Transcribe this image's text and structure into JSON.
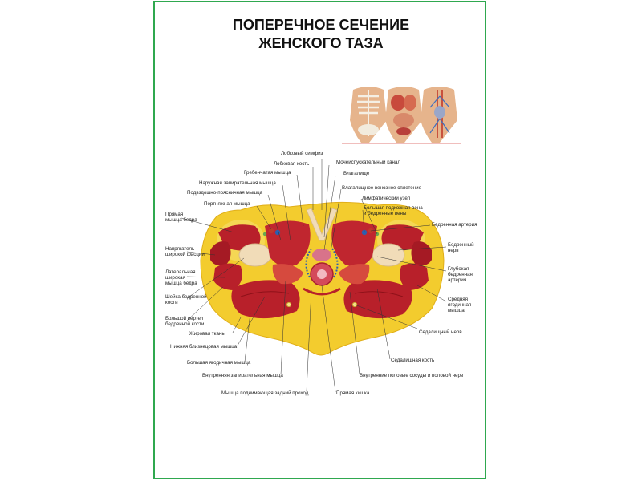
{
  "title": {
    "line1": "ПОПЕРЕЧНОЕ СЕЧЕНИЕ",
    "line2": "ЖЕНСКОГО ТАЗА"
  },
  "labels": {
    "lobkovyi_simfiz": "Лобковый симфиз",
    "lobkovaya_kost": "Лобковая кость",
    "mocheispuskatelnyi_kanal": "Мочеиспускательный канал",
    "grebeshkovaya_myshca": "Гребенчатая мышца",
    "vlagalische": "Влагалище",
    "naruzhnaya_zapiratelnaya": "Наружная запирательная мышца",
    "vlagalischnoe_spletenie": "Влагалищное венозное сплетение",
    "podvzdoshno_poyasnichnaya": "Подвздошно-поясничная мышца",
    "limfaticheskii_uzel": "Лимфатический узел",
    "portnyazhnaya": "Портняжная мышца",
    "podkozhnaya_vena_1": "Большая подкожная вена",
    "podkozhnaya_vena_2": "и бедренные вены",
    "pryamaya_1": "Прямая",
    "pryamaya_2": "мышца бедра",
    "bedrennaya_arteriya": "Бедренная артерия",
    "napryagatel_1": "Напрягатель",
    "napryagatel_2": "широкой фасции",
    "bedrennyi_nerv_1": "Бедренный",
    "bedrennyi_nerv_2": "нерв",
    "lateralnaya_1": "Латеральная",
    "lateralnaya_2": "широкая",
    "lateralnaya_3": "мышца бедра",
    "glubokaya_1": "Глубокая",
    "glubokaya_2": "бедренная",
    "glubokaya_3": "артерия",
    "sheika_1": "Шейка бедренной",
    "sheika_2": "кости",
    "srednyaya_1": "Средняя",
    "srednyaya_2": "ягодичная",
    "srednyaya_3": "мышца",
    "vertel_1": "Большой вертел",
    "vertel_2": "бедренной кости",
    "sedalischnyi_nerv": "Седалищный нерв",
    "zhirovaya_tkan": "Жировая ткань",
    "nizhnyaya_bliznecovaya": "Нижняя близнецовая мышца",
    "sedalischnaya_kost": "Седалищная кость",
    "bolshaya_yagodichnaya": "Большая ягодичная мышца",
    "vnutrennie_sosudy": "Внутренние половые сосуды и половой нерв",
    "vnutrennyaya_zapiratelnaya": "Внутренняя запирательная мышца",
    "pryamaya_kishka": "Прямая кишка",
    "podnimayuschaya": "Мышца поднимающая задний проход"
  },
  "colors": {
    "border": "#2fa84f",
    "fat": "#f3cc2e",
    "fat_light": "#f8e27a",
    "muscle": "#b8202a",
    "muscle_dark": "#8e1119",
    "bone": "#f1dcb8",
    "vessel_blue": "#2b5fb0"
  }
}
